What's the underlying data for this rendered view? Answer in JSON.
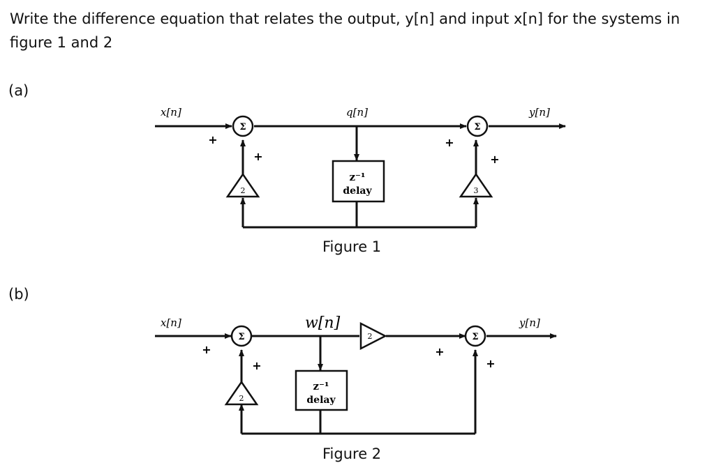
{
  "question": "Write the difference equation that relates the output, y[n] and input x[n] for the systems in figure 1 and 2",
  "part_a": "(a)",
  "part_b": "(b)",
  "figure1": {
    "caption": "Figure 1",
    "input_label": "x[n]",
    "mid_label": "q[n]",
    "output_label": "y[n]",
    "sum_symbol": "Σ",
    "gain_left": "2",
    "gain_right": "3",
    "delay_top": "z⁻¹",
    "delay_bottom": "delay",
    "plus": "+"
  },
  "figure2": {
    "caption": "Figure 2",
    "input_label": "x[n]",
    "mid_label": "w[n]",
    "output_label": "y[n]",
    "sum_symbol": "Σ",
    "gain_forward": "2",
    "gain_feedback": "2",
    "delay_top": "z⁻¹",
    "delay_bottom": "delay",
    "plus": "+"
  }
}
